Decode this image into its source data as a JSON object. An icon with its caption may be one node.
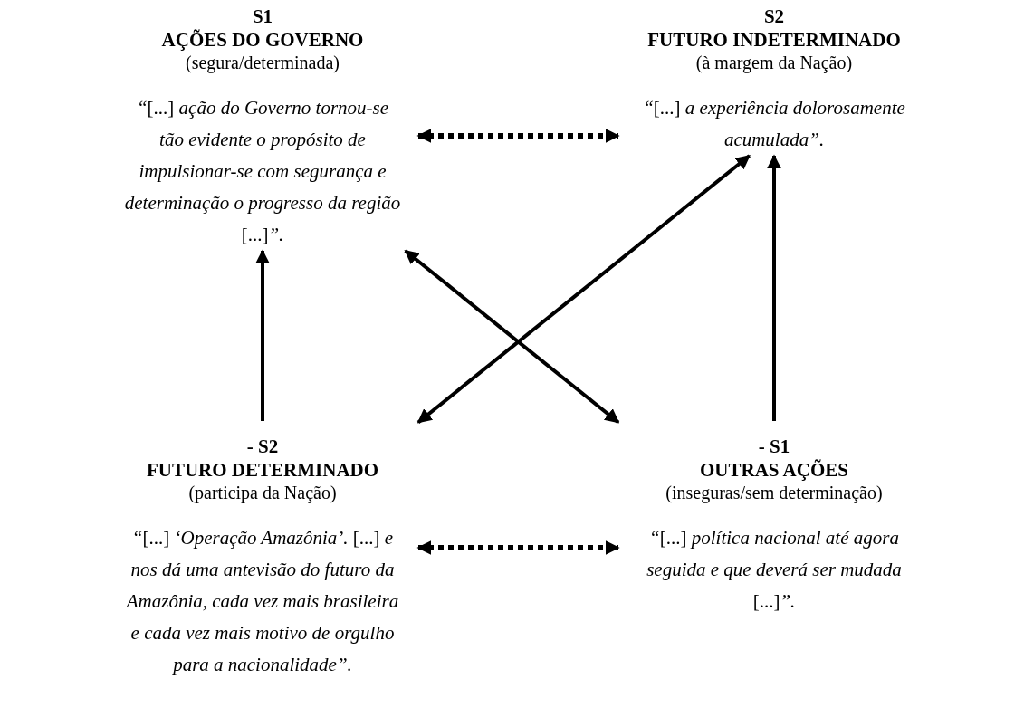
{
  "diagram": {
    "nodes": [
      {
        "text": [
          "S1",
          "AÇÕES DO GOVERNO",
          "(segura/determinada)",
          "*“*[...] *ação do Governo tornou-se tão evidente o propósito de impulsionar-se com segurança e determinação o progresso da região* [...]*”.*"
        ]
      },
      {
        "text": [
          "S2",
          "FUTURO INDETERMINADO",
          "(à margem da Nação)",
          "*“*[...] *a experiência dolorosamente acumulada”.*"
        ]
      },
      {
        "text": [
          "- S2",
          "FUTURO DETERMINADO",
          "(participa da Nação)",
          "*“*[...] *‘Operação Amazônia’.* [...] *e nos dá uma antevisão do futuro da Amazônia, cada vez mais brasileira e cada vez mais motivo de orgulho para a nacionalidade”.*"
        ]
      },
      {
        "text": [
          "- S1",
          "OUTRAS AÇÕES",
          "(inseguras/sem determinação)",
          "*“*[...] *política nacional até agora seguida e que deverá ser mudada* [...]*”.*"
        ]
      }
    ],
    "edges": [
      {
        "from": 0,
        "to": 1,
        "arrow": "both",
        "style": "dashed"
      },
      {
        "from": 0,
        "to": 3,
        "arrow": "both"
      },
      {
        "from": 1,
        "to": 2,
        "arrow": "both"
      },
      {
        "from": 2,
        "to": 0,
        "arrow": "to"
      },
      {
        "from": 3,
        "to": 1,
        "arrow": "to"
      },
      {
        "from": 2,
        "to": 3,
        "arrow": "both",
        "style": "dashed"
      }
    ]
  }
}
